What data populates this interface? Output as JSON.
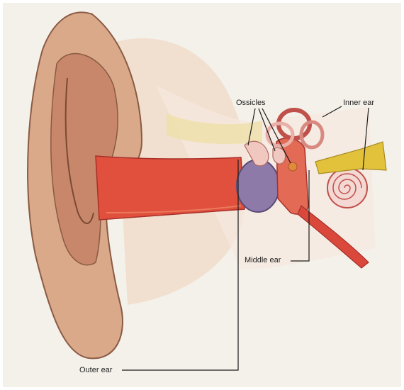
{
  "labels": {
    "ossicles": "Ossicles",
    "inner_ear": "Inner ear",
    "middle_ear": "Middle ear",
    "outer_ear": "Outer ear"
  },
  "colors": {
    "paper": "#f4f1ea",
    "skin": "#d9a98a",
    "canal": "#e0503c",
    "eardrum": "#8e7aa8",
    "nerve": "#e2c23a",
    "bone": "#f1c8c0"
  }
}
